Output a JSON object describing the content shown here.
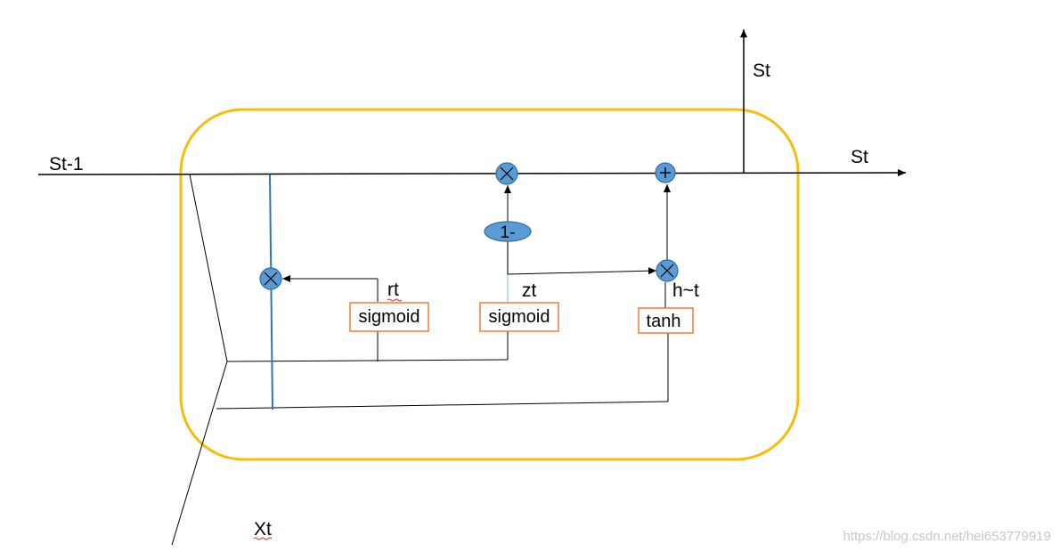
{
  "diagram": {
    "labels": {
      "prev_state": "St-1",
      "next_state_right": "St",
      "next_state_up": "St",
      "input": "Xt",
      "reset_gate": "rt",
      "update_gate": "zt",
      "candidate": "h~t"
    },
    "gates": {
      "reset_activation": "sigmoid",
      "update_activation": "sigmoid",
      "candidate_activation": "tanh"
    },
    "operators": {
      "one_minus": "1-"
    },
    "colors": {
      "cell_border": "#F5BD0D",
      "node_fill": "#5B9BD5",
      "node_stroke": "#2E6DA4",
      "gate_box_border": "#ED7D31",
      "reset_line": "#2E75B6"
    }
  },
  "watermark": "https://blog.csdn.net/hei653779919"
}
